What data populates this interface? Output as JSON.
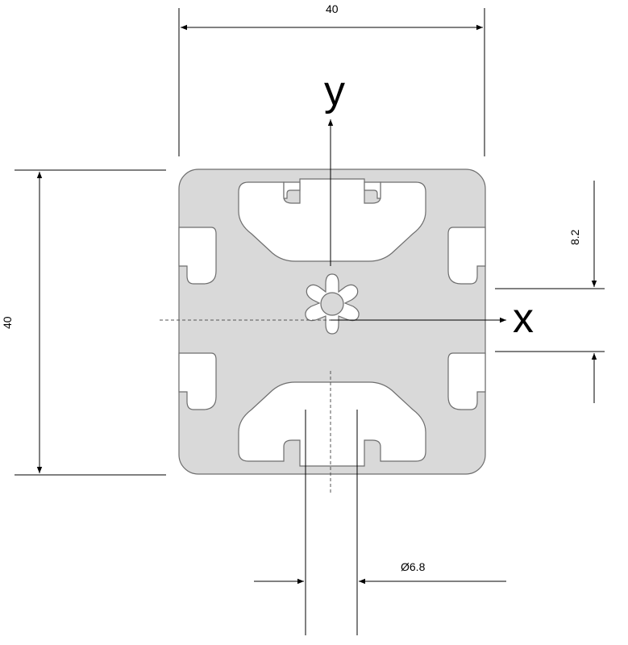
{
  "dimensions": {
    "width_label": "40",
    "height_label": "40",
    "slot_offset_label": "8.2",
    "bore_diameter_label": "Ø6.8"
  },
  "axes": {
    "y_label": "y",
    "x_label": "x"
  },
  "colors": {
    "profile_fill": "#d9d9d9",
    "profile_outline": "#6e6e6e",
    "dimension_lines": "#000000",
    "center_lines": "#555555"
  }
}
